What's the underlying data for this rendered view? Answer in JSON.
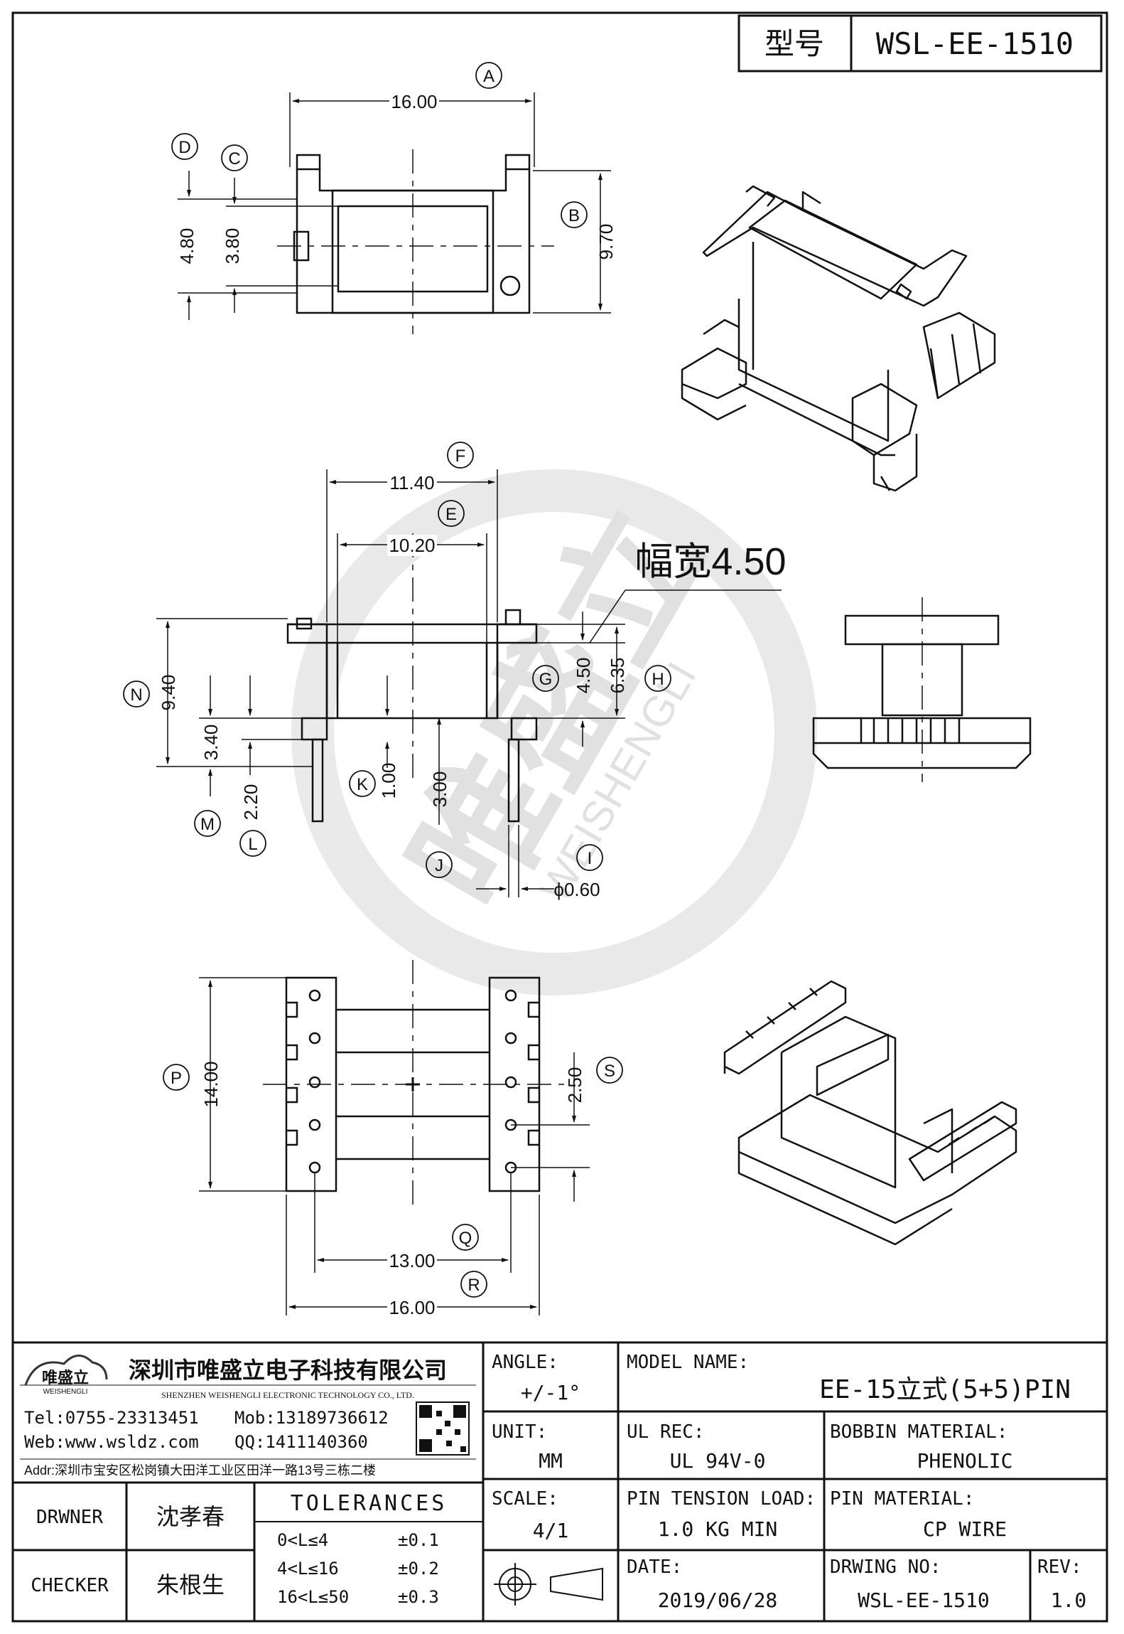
{
  "header": {
    "model_label": "型号",
    "model_value": "WSL-EE-1510"
  },
  "top_view": {
    "dims": {
      "A": "16.00",
      "B": "9.70",
      "C": "3.80",
      "D": "4.80"
    },
    "markers": [
      "A",
      "B",
      "C",
      "D"
    ]
  },
  "front_view": {
    "dims": {
      "F": "11.40",
      "E": "10.20",
      "G": "4.50",
      "H": "6.35",
      "N": "9.40",
      "M": "3.40",
      "L": "2.20",
      "K": "1.00",
      "J": "3.00",
      "I": "ϕ0.60"
    },
    "width_note": "幅宽4.50",
    "markers": [
      "F",
      "E",
      "G",
      "H",
      "N",
      "M",
      "L",
      "K",
      "J",
      "I"
    ]
  },
  "bottom_view": {
    "dims": {
      "P": "14.00",
      "S": "2.50",
      "Q": "13.00",
      "R": "16.00"
    },
    "markers": [
      "P",
      "S",
      "Q",
      "R"
    ]
  },
  "watermark": {
    "brand": "唯盛立",
    "latin": "WEISHENGLI"
  },
  "title_block": {
    "company_cn": "深圳市唯盛立电子科技有限公司",
    "company_en": "SHENZHEN WEISHENGLI ELECTRONIC TECHNOLOGY CO., LTD.",
    "logo_text": "唯盛立",
    "logo_sub": "WEISHENGLI",
    "tel": "Tel:0755-23313451",
    "mob": "Mob:13189736612",
    "web": "Web:www.wsldz.com",
    "qq": "QQ:1411140360",
    "addr": "Addr:深圳市宝安区松岗镇大田洋工业区田洋一路13号三栋二楼",
    "angle_label": "ANGLE:",
    "angle_value": "+/-1°",
    "model_name_label": "MODEL NAME:",
    "model_name_value": "EE-15立式(5+5)PIN",
    "unit_label": "UNIT:",
    "unit_value": "MM",
    "ul_rec_label": "UL REC:",
    "ul_rec_value": "UL 94V-0",
    "bobbin_material_label": "BOBBIN MATERIAL:",
    "bobbin_material_value": "PHENOLIC",
    "drawer_label": "DRWNER",
    "drawer_value": "沈孝春",
    "checker_label": "CHECKER",
    "checker_value": "朱根生",
    "tolerances_label": "TOLERANCES",
    "tolerances": [
      {
        "range": "0<L≤4",
        "value": "±0.1"
      },
      {
        "range": "4<L≤16",
        "value": "±0.2"
      },
      {
        "range": "16<L≤50",
        "value": "±0.3"
      }
    ],
    "scale_label": "SCALE:",
    "scale_value": "4/1",
    "pin_tension_label": "PIN TENSION LOAD:",
    "pin_tension_value": "1.0 KG MIN",
    "pin_material_label": "PIN MATERIAL:",
    "pin_material_value": "CP WIRE",
    "date_label": "DATE:",
    "date_value": "2019/06/28",
    "drawing_no_label": "DRWING NO:",
    "drawing_no_value": "WSL-EE-1510",
    "rev_label": "REV:",
    "rev_value": "1.0"
  }
}
